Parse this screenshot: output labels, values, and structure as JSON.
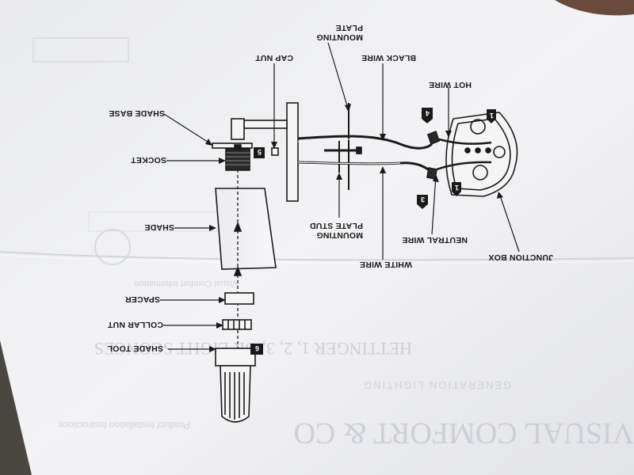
{
  "colors": {
    "paper": "#f1f1f3",
    "ink": "#1a1a1a",
    "ghost": "#c9ccd2",
    "background": "#4a4640"
  },
  "labels": {
    "mounting_plate": [
      "MOUNTING",
      "PLATE"
    ],
    "cap_nut": "CAP NUT",
    "black_wire": "BLACK WIRE",
    "hot_wire": "HOT WIRE",
    "shade_base": "SHADE BASE",
    "socket": "SOCKET",
    "shade": "SHADE",
    "mounting_plate_stud": [
      "MOUNTING",
      "PLATE STUD"
    ],
    "neutral_wire": "NEUTRAL WIRE",
    "junction_box": "JUNCTION BOX",
    "white_wire": "WHITE WIRE",
    "spacer": "SPACER",
    "collar_nut": "COLLAR NUT",
    "shade_tool": "SHADE TOOL"
  },
  "step_tags": {
    "s1a": "1",
    "s1b": "1",
    "s3": "3",
    "s4": "4",
    "s5": "5",
    "s6": "6"
  },
  "ghost_text": {
    "brand": "VISUAL COMFORT & CO",
    "sub_brand": "GENERATION LIGHTING",
    "product": "HETTINGER 1, 2, 3, OR LIGHT SCONCES",
    "instructions": "Product Installation Instructions",
    "note": "Visual Comfort Information"
  },
  "icons": [
    "ul-listed-icon",
    "junction-box-icon",
    "socket-icon",
    "shade-tool-icon"
  ]
}
